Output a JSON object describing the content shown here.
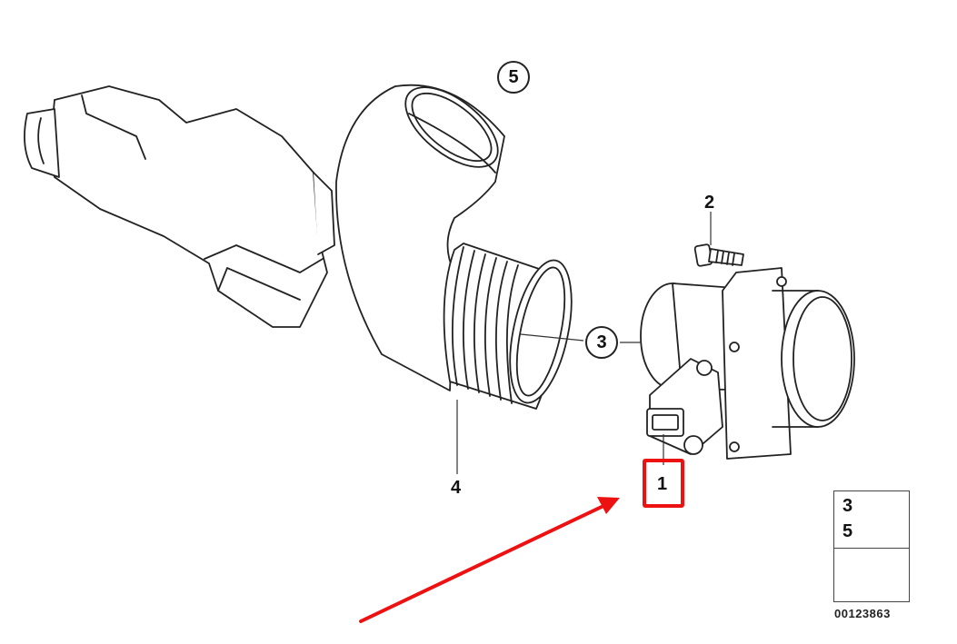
{
  "diagram": {
    "type": "exploded-parts-diagram",
    "callouts": [
      {
        "id": "1",
        "label": "1",
        "part": "air-mass-flow-sensor",
        "highlighted": true
      },
      {
        "id": "2",
        "label": "2",
        "part": "bolt"
      },
      {
        "id": "3",
        "label": "3",
        "part": "hose-clamp",
        "circled": true
      },
      {
        "id": "4",
        "label": "4",
        "part": "corrugated-intake-boot"
      },
      {
        "id": "5",
        "label": "5",
        "part": "hose-clamp",
        "circled": true
      }
    ],
    "legend": {
      "numbers": [
        "3",
        "5"
      ],
      "icon": "hose-clamp-icon",
      "arrow_icon": "directional-arrow-icon"
    },
    "part_number": "00123863",
    "annotation": {
      "highlight_color": "#ee1111",
      "arrow_color": "#ee1111",
      "highlight_target": "1"
    }
  }
}
